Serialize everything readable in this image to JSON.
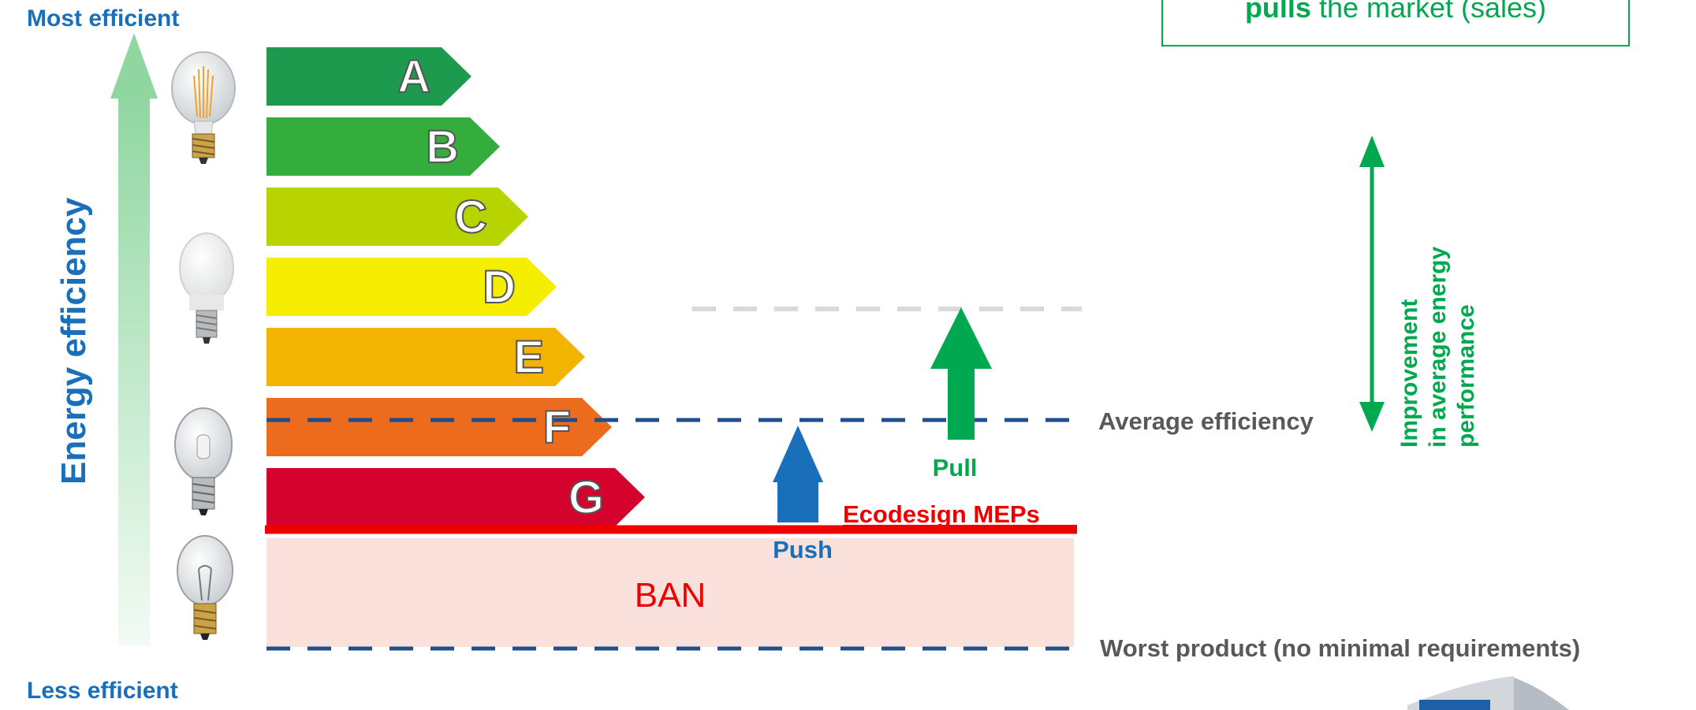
{
  "scale": {
    "top_label": "Most efficient",
    "bottom_label": "Less efficient",
    "axis_label": "Energy efficiency"
  },
  "classes": [
    {
      "letter": "A",
      "color": "#1d9a4d"
    },
    {
      "letter": "B",
      "color": "#34ad3c"
    },
    {
      "letter": "C",
      "color": "#b8d400"
    },
    {
      "letter": "D",
      "color": "#f5ee00"
    },
    {
      "letter": "E",
      "color": "#f2b400"
    },
    {
      "letter": "F",
      "color": "#ec6b1c"
    },
    {
      "letter": "G",
      "color": "#d6022e"
    }
  ],
  "lamps": [
    {
      "type": "filament-led-bulb-icon"
    },
    {
      "type": "frosted-led-bulb-icon"
    },
    {
      "type": "halogen-bulb-icon"
    },
    {
      "type": "incandescent-bulb-icon"
    }
  ],
  "labels": {
    "ban": "BAN",
    "ecodesign": "Ecodesign MEPs",
    "push": "Push",
    "pull": "Pull",
    "average": "Average efficiency",
    "worst": "Worst product (no minimal requirements)",
    "improvement": [
      "Improvement",
      "in average energy",
      "performance"
    ],
    "callout_bold": "pulls",
    "callout_rest": " the market (sales)"
  },
  "colors": {
    "blue_text": "#1a6fba",
    "dash_blue": "#1f4e8c",
    "dash_grey": "#d9d9d9",
    "red": "#ee0000",
    "green": "#00a84f",
    "ban_fill": "#fbe1dc",
    "grey_text": "#595959",
    "axis_arrow": "#8fd6a0"
  }
}
